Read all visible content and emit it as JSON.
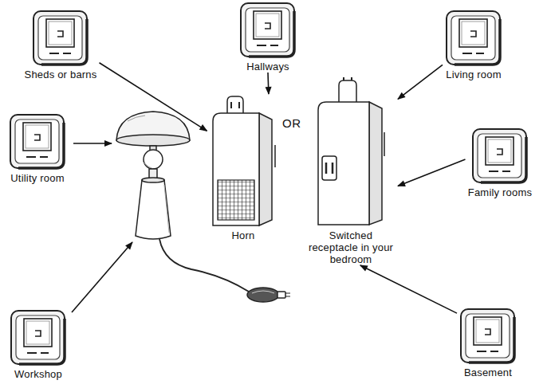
{
  "diagram": {
    "nodes": [
      {
        "text": [
          "Hallways"
        ]
      },
      {
        "text": [
          "Sheds or barns"
        ]
      },
      {
        "text": [
          "Living room"
        ]
      },
      {
        "text": [
          "Utility room"
        ]
      },
      {
        "text": [
          "Horn"
        ]
      },
      {
        "text": [
          "Switched receptacle in your bedroom"
        ]
      },
      {
        "text": [
          "Family rooms"
        ]
      },
      {
        "text": [
          "Workshop"
        ]
      },
      {
        "text": [
          "Basement"
        ]
      }
    ],
    "edges": [
      {
        "from": 1,
        "to": 4,
        "arrow": "to"
      },
      {
        "from": 0,
        "to": 4,
        "arrow": "to"
      },
      {
        "from": 2,
        "to": 5,
        "arrow": "to"
      },
      {
        "from": 6,
        "to": 5,
        "arrow": "to"
      },
      {
        "from": 8,
        "to": 5,
        "arrow": "to"
      }
    ],
    "labels": [
      "OR"
    ]
  }
}
